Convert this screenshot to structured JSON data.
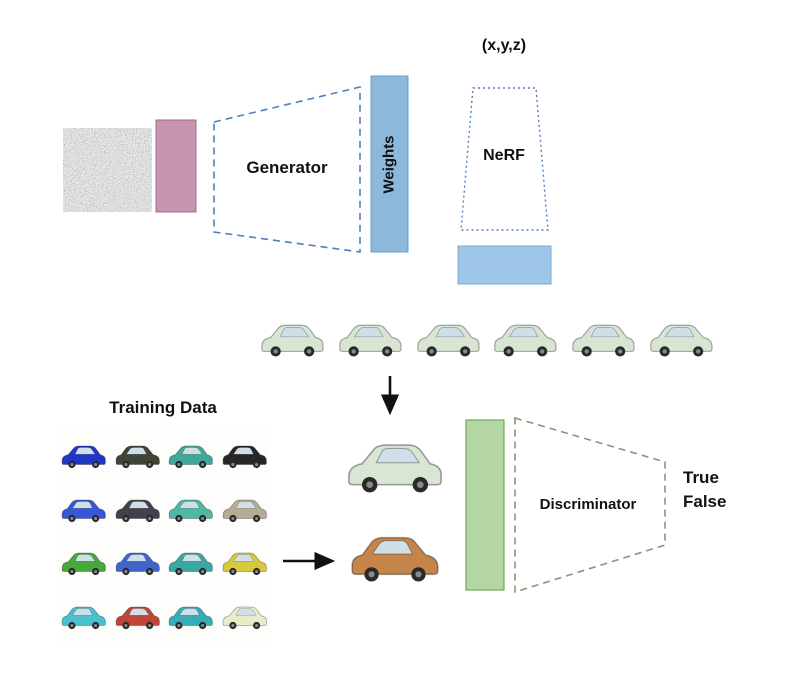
{
  "diagram": {
    "background": "#ffffff",
    "labels": {
      "generator": "Generator",
      "weights": "Weights",
      "coords": "(x,y,z)",
      "nerf": "NeRF",
      "training_data": "Training Data",
      "discriminator": "Discriminator",
      "true": "True",
      "false": "False"
    },
    "colors": {
      "latent_block": "#c795b2",
      "latent_block_border": "#9c6f8e",
      "weights_block": "#8cb8dc",
      "weights_block_border": "#6d9cc4",
      "render_block": "#9dc6e8",
      "render_block_border": "#7fa8cc",
      "discriminator_input_block": "#b5d7a5",
      "discriminator_input_block_border": "#71a657",
      "generator_outline": "#4f81bd",
      "nerf_outline": "#4f81bd",
      "discriminator_outline": "#9b8b74",
      "arrow": "#111111",
      "render_car": "#d8e5d2"
    },
    "rendered_views_count": 6,
    "training_grid": {
      "rows": [
        [
          "#1f36c8",
          "#3f4436",
          "#3fa89a",
          "#262626"
        ],
        [
          "#3757d6",
          "#41414b",
          "#4fb8a4",
          "#b5ad93"
        ],
        [
          "#49a83c",
          "#4064cc",
          "#38a9a2",
          "#d8c83e"
        ],
        [
          "#49c2cf",
          "#c04536",
          "#35aeb6",
          "#eaeacd"
        ]
      ]
    },
    "sample_cars": {
      "real": "#d9e6d4",
      "fake": "#c58449"
    }
  }
}
